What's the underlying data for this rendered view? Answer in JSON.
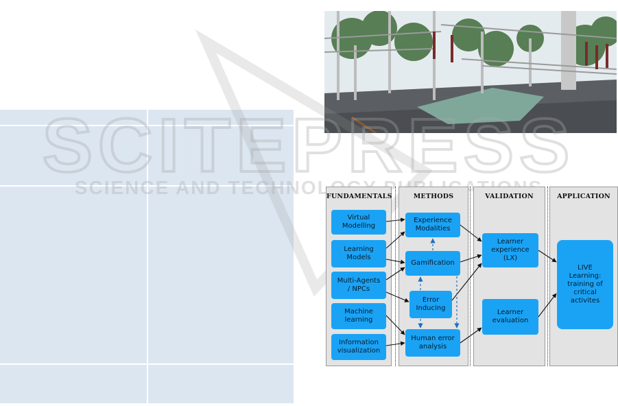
{
  "watermark": {
    "title": "SCITEPRESS",
    "subtitle": "SCIENCE AND TECHNOLOGY PUBLICATIONS"
  },
  "photo": {
    "sky": "#e4ebee",
    "ground": "#5b5f63",
    "tarp": "#7fa89a"
  },
  "diagram": {
    "columns": [
      {
        "title": "FUNDAMENTALS"
      },
      {
        "title": "METHODS"
      },
      {
        "title": "VALIDATION"
      },
      {
        "title": "APPLICATION"
      }
    ],
    "nodes": {
      "virtual_modelling": "Virtual\nModelling",
      "learning_models": "Learning\nModels",
      "multi_agents": "Multi-Agents\n/ NPCs",
      "machine_learning": "Machine\nlearning",
      "information_visualization": "Information\nvisualization",
      "experience_modalities": "Experience\nModalities",
      "gamification": "Gamification",
      "error_inducing": "Error\nInducing",
      "human_error_analysis": "Human error\nanalysis",
      "learner_experience": "Learner\nexperience\n(LX)",
      "learner_evaluation": "Learner\nevaluation",
      "live_learning": "LIVE\nLearning:\ntraining of\ncritical\nactivites"
    },
    "node_color": "#1aa3f5",
    "column_color": "#e3e3e3"
  },
  "table": {
    "background": "#dce6f1"
  }
}
